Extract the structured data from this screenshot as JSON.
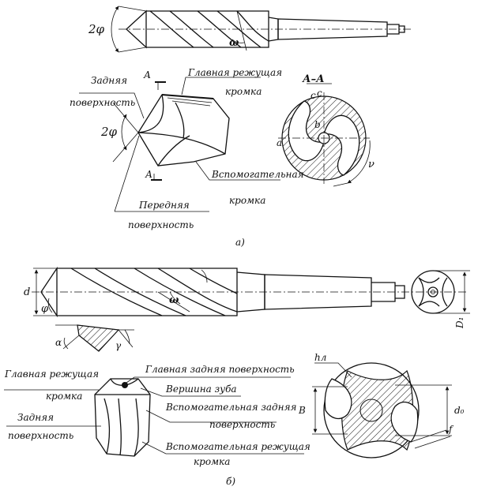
{
  "figure_a": {
    "angle_2phi_top": "2φ",
    "angle_omega_top": "ω",
    "section_mark_top": "А",
    "section_mark_bottom": "А",
    "rear_surface_line1": "Задняя",
    "rear_surface_line2": "поверхность",
    "main_edge_line1": "Главная режущая",
    "main_edge_line2": "кромка",
    "angle_2phi_side": "2φ",
    "aux_edge_line1": "Вспомогательная",
    "aux_edge_line2": "кромка",
    "front_surface_line1": "Передняя",
    "front_surface_line2": "поверхность",
    "section_title": "А–А",
    "sec_c1": "c",
    "sec_c2": "c",
    "sec_b": "b",
    "sec_a": "a",
    "sec_nu": "ν",
    "caption": "а)"
  },
  "figure_b": {
    "dim_d": "d",
    "angle_phi": "φ",
    "angle_omega": "ω",
    "angle_alpha": "α",
    "angle_gamma": "γ",
    "dim_D1": "D₁",
    "main_edge_line1": "Главная режущая",
    "main_edge_line2": "кромка",
    "rear_surface_line1": "Задняя",
    "rear_surface_line2": "поверхность",
    "main_rear_surface": "Главная задняя поверхность",
    "tooth_tip": "Вершина зуба",
    "aux_rear_line1": "Вспомогательная задняя",
    "aux_rear_line2": "поверхность",
    "aux_edge_line1": "Вспомогательная режущая",
    "aux_edge_line2": "кромка",
    "dim_hl": "hл",
    "dim_B": "B",
    "dim_d0": "d₀",
    "dim_f": "f",
    "caption": "б)"
  }
}
